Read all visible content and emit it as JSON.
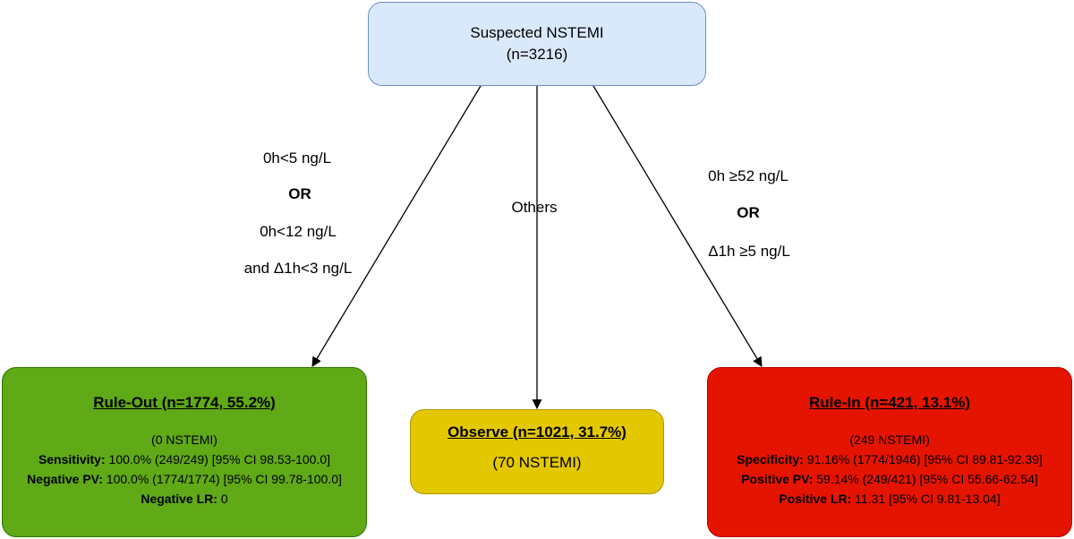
{
  "root": {
    "title": "Suspected NSTEMI",
    "count": "(n=3216)"
  },
  "edges": {
    "left": [
      "0h<5 ng/L",
      "OR",
      "0h<12 ng/L",
      "and Δ1h<3 ng/L"
    ],
    "middle": "Others",
    "right": [
      "0h ≥52 ng/L",
      "OR",
      "Δ1h ≥5 ng/L"
    ]
  },
  "rule_out": {
    "title": "Rule-Out (n=1774, 55.2%)",
    "events": "(0 NSTEMI)",
    "metrics": [
      {
        "label": "Sensitivity:",
        "value": " 100.0% (249/249) [95% CI 98.53-100.0]"
      },
      {
        "label": "Negative PV:",
        "value": " 100.0% (1774/1774) [95% CI 99.78-100.0]"
      },
      {
        "label": "Negative LR:",
        "value": " 0"
      }
    ]
  },
  "observe": {
    "title": "Observe (n=1021, 31.7%)",
    "events": "(70 NSTEMI)"
  },
  "rule_in": {
    "title": "Rule-In (n=421, 13.1%)",
    "events": "(249 NSTEMI)",
    "metrics": [
      {
        "label": "Specificity:",
        "value": " 91.16% (1774/1946) [95% CI 89.81-92.39]"
      },
      {
        "label": "Positive PV:",
        "value": " 59.14% (249/421) [95% CI 55.66-62.54]"
      },
      {
        "label": "Positive LR:",
        "value": " 11.31 [95% CI 9.81-13.04]"
      }
    ]
  },
  "colors": {
    "root_fill": "#dae8fc",
    "root_border": "#6c8ebf",
    "rule_out_fill": "#60a917",
    "observe_fill": "#e3c800",
    "rule_in_fill": "#e51400",
    "edge": "#000000"
  }
}
